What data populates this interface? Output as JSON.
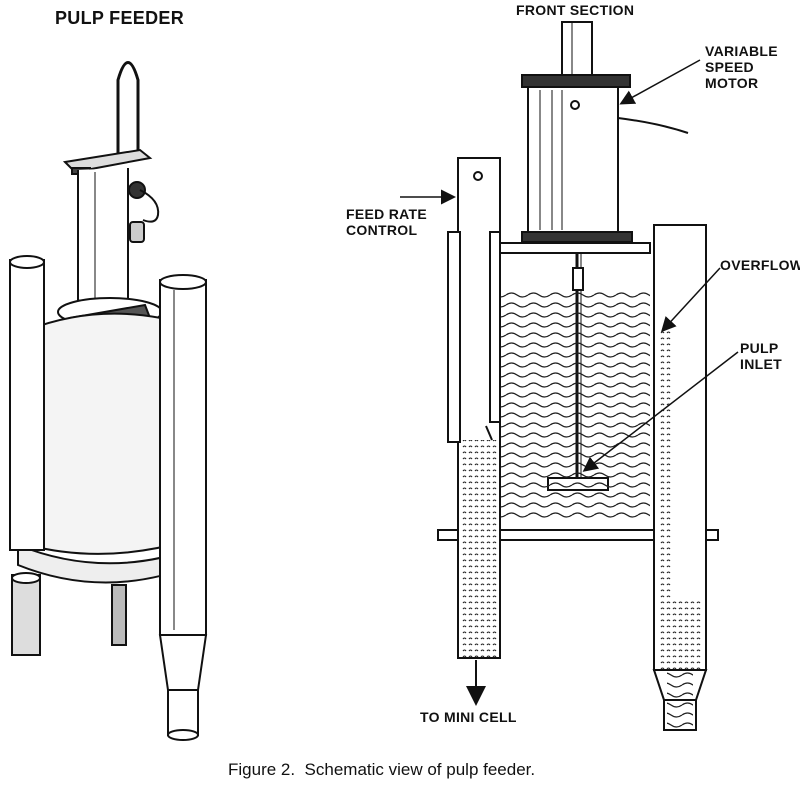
{
  "figure": {
    "left_title": "PULP FEEDER",
    "right_title": "FRONT SECTION",
    "labels": {
      "motor": "VARIABLE\nSPEED\nMOTOR",
      "feed_rate": "FEED RATE\nCONTROL",
      "overflow": "OVERFLOW",
      "pulp_inlet": "PULP\nINLET",
      "to_mini_cell": "TO MINI CELL"
    },
    "caption": "Figure 2.  Schematic view of pulp feeder."
  }
}
